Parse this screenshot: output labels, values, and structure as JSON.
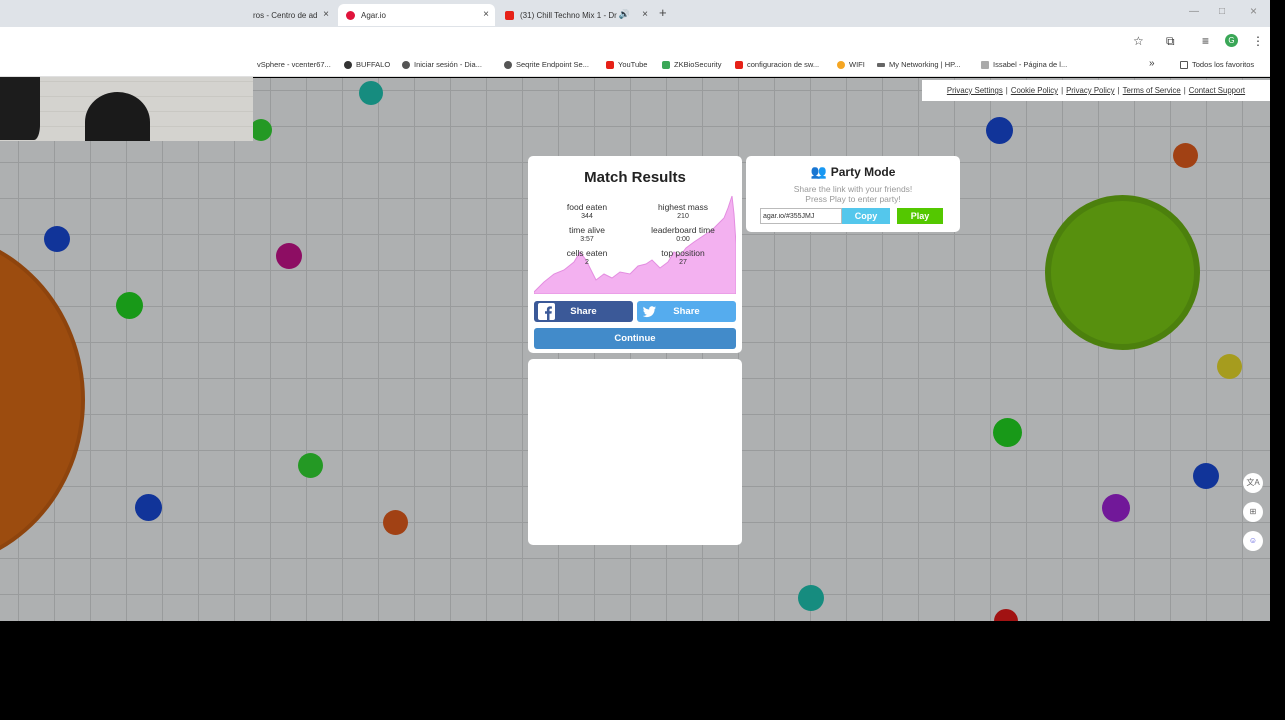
{
  "browser": {
    "tabs": [
      {
        "label": "ros - Centro de ad",
        "favicon_color": "#cfd4da",
        "active": false
      },
      {
        "label": "Agar.io",
        "favicon_color": "#e0143c",
        "active": true
      },
      {
        "label": "(31) Chill Techno Mix 1 - Dr",
        "favicon_color": "#e62117",
        "active": false
      }
    ],
    "new_tab": "+",
    "close_glyph": "×",
    "bookmarks": [
      {
        "label": "vSphere - vcenter67...",
        "icon_color": "#888"
      },
      {
        "label": "BUFFALO",
        "icon_color": "#333"
      },
      {
        "label": "Iniciar sesión - Dia...",
        "icon_color": "#555"
      },
      {
        "label": "Seqrite Endpoint Se...",
        "icon_color": "#555"
      },
      {
        "label": "YouTube",
        "icon_color": "#e62117"
      },
      {
        "label": "ZKBioSecurity",
        "icon_color": "#3aa757"
      },
      {
        "label": "configuracion de sw...",
        "icon_color": "#e62117"
      },
      {
        "label": "WIFI",
        "icon_color": "#f5a623"
      },
      {
        "label": "My Networking | HP...",
        "icon_color": "#666"
      },
      {
        "label": "Issabel - Página de l...",
        "icon_color": "#888"
      }
    ],
    "bookmarks_more": "»",
    "all_favorites": "Todos los favoritos",
    "profile_initial": "G"
  },
  "legal": {
    "links": [
      "Privacy Settings",
      "Cookie Policy",
      "Privacy Policy",
      "Terms of Service",
      "Contact Support"
    ],
    "separator": "|"
  },
  "match_results": {
    "title": "Match Results",
    "stats": [
      {
        "label": "food eaten",
        "value": "344"
      },
      {
        "label": "highest mass",
        "value": "210"
      },
      {
        "label": "time alive",
        "value": "3:57"
      },
      {
        "label": "leaderboard time",
        "value": "0:00"
      },
      {
        "label": "cells eaten",
        "value": "2"
      },
      {
        "label": "top position",
        "value": "27"
      }
    ],
    "facebook_share": "Share",
    "twitter_share": "Share",
    "continue": "Continue",
    "graph_color": "#f3b1f0"
  },
  "party": {
    "title": "Party Mode",
    "subtitle_line1": "Share the link with your friends!",
    "subtitle_line2": "Press Play to enter party!",
    "link_value": "agar.io/#355JMJ",
    "copy": "Copy",
    "play": "Play"
  },
  "colors": {
    "facebook": "#3b5998",
    "twitter": "#55acee",
    "continue": "#428bca",
    "copy": "#54c7ec",
    "play": "#54c800"
  },
  "side_buttons": [
    "translate-icon",
    "grid-icon",
    "assistant-icon"
  ]
}
